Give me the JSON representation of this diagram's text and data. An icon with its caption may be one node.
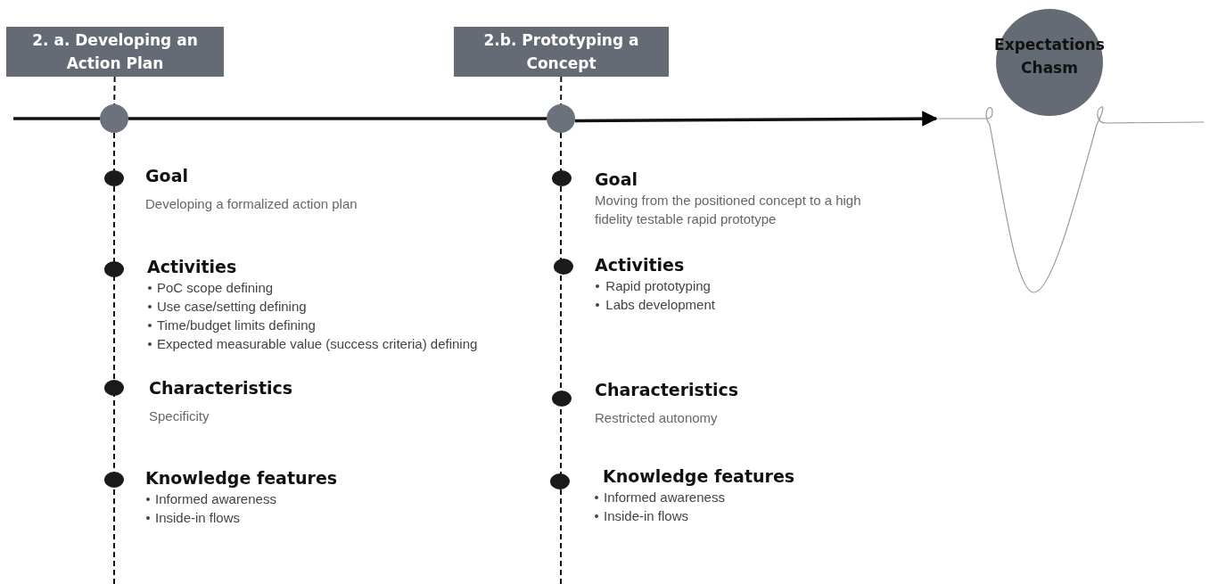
{
  "diagram": {
    "nodes": [
      {
        "text": [
          "2. a. Developing an Action Plan"
        ]
      },
      {
        "text": [
          "2.b. Prototyping a Concept"
        ]
      },
      {
        "text": [
          "Expectations Chasm"
        ]
      },
      {
        "text": [],
        "shape": "circle"
      },
      {
        "text": [],
        "shape": "circle"
      },
      {
        "text": [
          "Goal",
          "Developing a formalized action plan"
        ]
      },
      {
        "text": [
          "Activities",
          "PoC scope defining",
          "Use case/setting defining",
          "Time/budget limits defining",
          "Expected measurable value (success criteria) defining"
        ]
      },
      {
        "text": [
          "Characteristics",
          "Specificity"
        ]
      },
      {
        "text": [
          "Knowledge  features",
          "Informed awareness",
          "Inside-in flows"
        ]
      },
      {
        "text": [
          "Goal",
          "Moving from the positioned concept to a high fidelity testable rapid prototype"
        ]
      },
      {
        "text": [
          "Activities",
          "Rapid prototyping",
          "Labs development"
        ]
      },
      {
        "text": [
          "Characteristics",
          "Restricted autonomy"
        ]
      },
      {
        "text": [
          "Knowledge  features",
          "Informed awareness",
          "Inside-in flows"
        ]
      },
      {
        "text": [],
        "shape": "curve"
      }
    ],
    "edges": [
      {
        "from": 0,
        "to": 3,
        "arrow": "none",
        "style": "dashed"
      },
      {
        "from": 1,
        "to": 4,
        "arrow": "none",
        "style": "dashed"
      },
      {
        "from": null,
        "to": 3,
        "arrow": "none"
      },
      {
        "from": 3,
        "to": 4,
        "arrow": "none"
      },
      {
        "from": 4,
        "to": 13,
        "arrow": "to"
      },
      {
        "from": 3,
        "to": null,
        "arrow": "none",
        "style": "dashed"
      },
      {
        "from": 4,
        "to": null,
        "arrow": "none",
        "style": "dashed"
      }
    ]
  }
}
